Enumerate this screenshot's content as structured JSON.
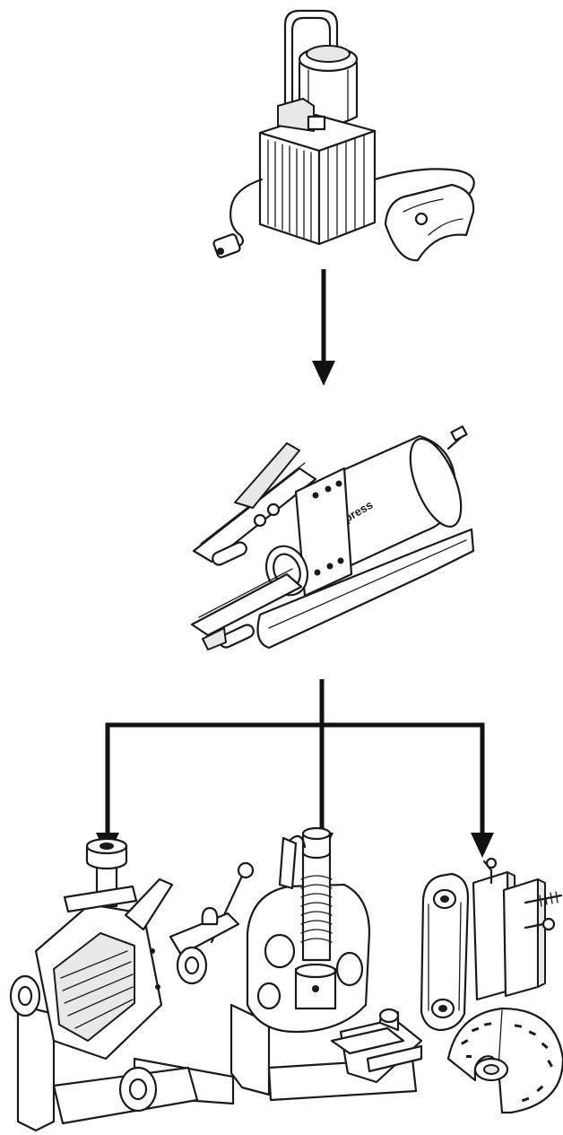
{
  "diagram": {
    "brand_label": "novopress",
    "nodes": [
      {
        "id": "pump",
        "icon": "hydraulic-pump-unit-illustration"
      },
      {
        "id": "press",
        "icon": "hydraulic-press-cylinder-illustration"
      },
      {
        "id": "tool-left",
        "icon": "bending-tool-attachment-illustration"
      },
      {
        "id": "tool-middle",
        "icon": "punching-tool-attachment-illustration"
      },
      {
        "id": "tool-right",
        "icon": "die-and-disc-set-illustration"
      }
    ],
    "edges": [
      {
        "from": "pump",
        "to": "press"
      },
      {
        "from": "press",
        "to": "tool-left"
      },
      {
        "from": "press",
        "to": "tool-middle"
      },
      {
        "from": "press",
        "to": "tool-right"
      }
    ],
    "colors": {
      "line": "#111111",
      "background": "#ffffff"
    }
  }
}
